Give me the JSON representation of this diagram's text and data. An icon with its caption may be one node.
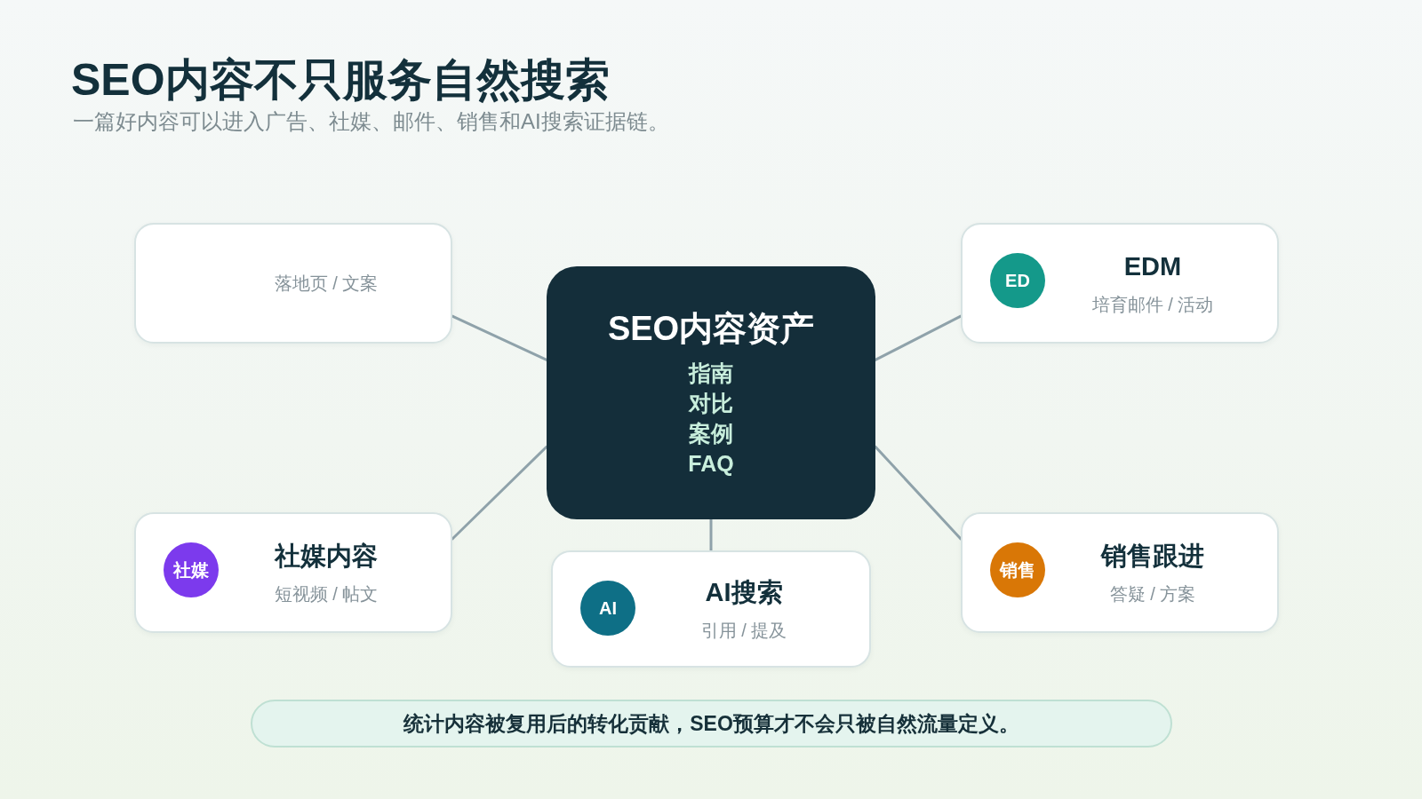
{
  "diagram": {
    "title": "SEO内容不只服务自然搜索",
    "nodes": [
      {
        "text": [
          "落地页 / 文案"
        ]
      },
      {
        "text": [
          "EDM",
          "培育邮件 / 活动"
        ]
      },
      {
        "text": [
          "ED"
        ],
        "in": 1
      },
      {
        "text": [
          "SEO内容资产",
          "指南",
          "对比",
          "案例",
          "FAQ"
        ]
      },
      {
        "text": [
          "社媒内容",
          "短视频 / 帖文"
        ]
      },
      {
        "text": [
          "社媒"
        ],
        "in": 4
      },
      {
        "text": [
          "销售跟进",
          "答疑 / 方案"
        ]
      },
      {
        "text": [
          "销售"
        ],
        "in": 6
      },
      {
        "text": [
          "AI搜索",
          "引用 / 提及"
        ]
      },
      {
        "text": [
          "AI"
        ],
        "in": 8
      },
      {
        "text": [
          "统计内容被复用后的转化贡献，SEO预算才不会只被自然流量定义。"
        ]
      }
    ],
    "edges": [
      {
        "from": 3,
        "to": 0,
        "arrow": "none"
      },
      {
        "from": 3,
        "to": 1,
        "arrow": "none"
      },
      {
        "from": 3,
        "to": 4,
        "arrow": "none"
      },
      {
        "from": 3,
        "to": 6,
        "arrow": "none"
      },
      {
        "from": 3,
        "to": 8,
        "arrow": "none"
      }
    ],
    "labels": [
      "一篇好内容可以进入广告、社媒、邮件、销售和AI搜索证据链。"
    ]
  }
}
